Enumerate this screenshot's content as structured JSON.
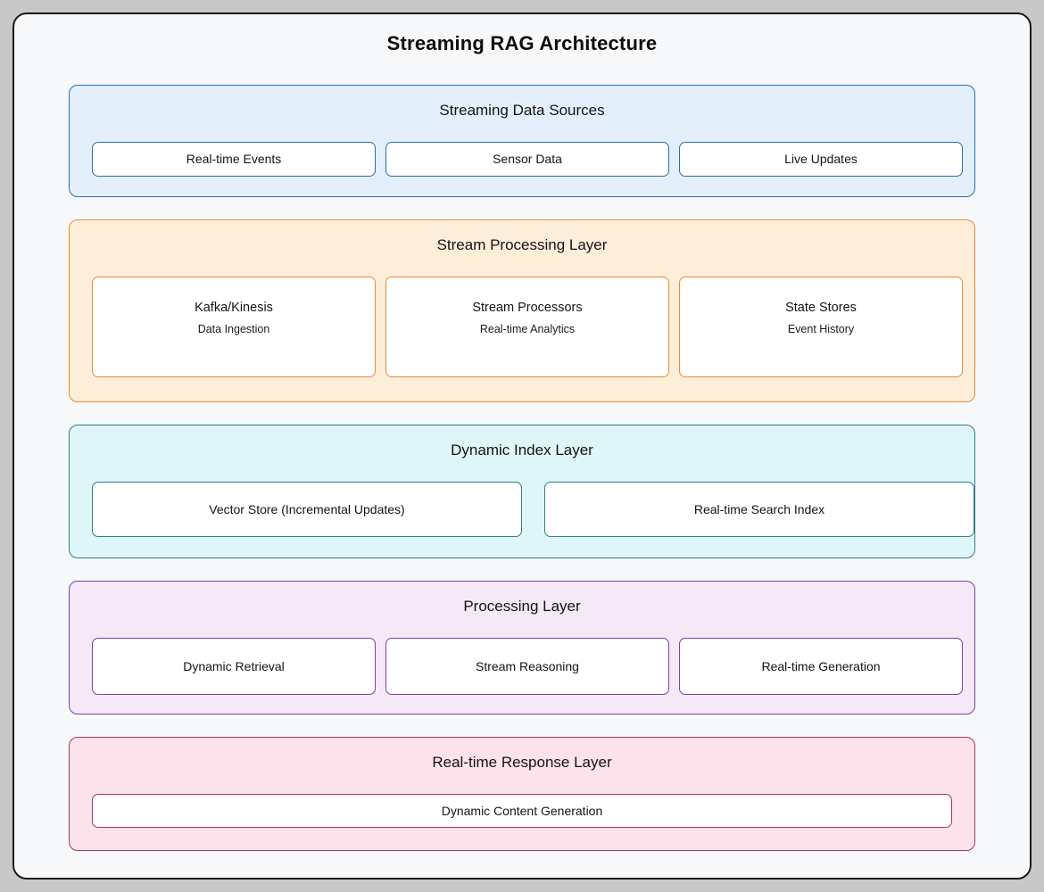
{
  "canvas": {
    "bg": "#c8c8c8"
  },
  "frame": {
    "bg": "#f7f8fa",
    "border": "#1b1b1b"
  },
  "title": "Streaming RAG Architecture",
  "layers": [
    {
      "title": "Streaming Data Sources",
      "bg": "#e3f0fc",
      "border": "#2b6cb0",
      "items": [
        {
          "label": "Real-time Events"
        },
        {
          "label": "Sensor Data"
        },
        {
          "label": "Live Updates"
        }
      ]
    },
    {
      "title": "Stream Processing Layer",
      "bg": "#fdeeda",
      "border": "#ed8936",
      "items": [
        {
          "label": "Kafka/Kinesis",
          "sublabel": "Data Ingestion"
        },
        {
          "label": "Stream Processors",
          "sublabel": "Real-time Analytics"
        },
        {
          "label": "State Stores",
          "sublabel": "Event History"
        }
      ]
    },
    {
      "title": "Dynamic Index Layer",
      "bg": "#def6f8",
      "border": "#317d85",
      "items": [
        {
          "label": "Vector Store (Incremental Updates)"
        },
        {
          "label": "Real-time Search Index"
        }
      ]
    },
    {
      "title": "Processing Layer",
      "bg": "#f5e9f8",
      "border": "#7d3fa8",
      "items": [
        {
          "label": "Dynamic Retrieval"
        },
        {
          "label": "Stream Reasoning"
        },
        {
          "label": "Real-time Generation"
        }
      ]
    },
    {
      "title": "Real-time Response Layer",
      "bg": "#fce2ea",
      "border": "#a53862",
      "items": [
        {
          "label": "Dynamic Content Generation"
        }
      ]
    }
  ]
}
